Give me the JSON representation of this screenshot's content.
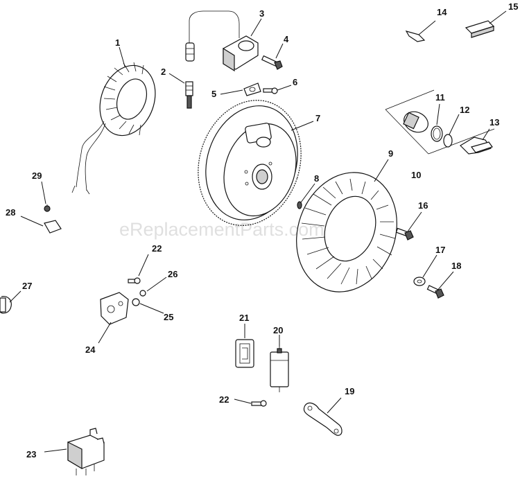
{
  "watermark": "eReplacementParts.com",
  "callouts": [
    {
      "id": "1",
      "label": "1"
    },
    {
      "id": "2",
      "label": "2"
    },
    {
      "id": "3",
      "label": "3"
    },
    {
      "id": "4",
      "label": "4"
    },
    {
      "id": "5",
      "label": "5"
    },
    {
      "id": "6",
      "label": "6"
    },
    {
      "id": "7",
      "label": "7"
    },
    {
      "id": "8",
      "label": "8"
    },
    {
      "id": "9",
      "label": "9"
    },
    {
      "id": "10",
      "label": "10"
    },
    {
      "id": "11",
      "label": "11"
    },
    {
      "id": "12",
      "label": "12"
    },
    {
      "id": "13",
      "label": "13"
    },
    {
      "id": "14",
      "label": "14"
    },
    {
      "id": "15",
      "label": "15"
    },
    {
      "id": "16",
      "label": "16"
    },
    {
      "id": "17",
      "label": "17"
    },
    {
      "id": "18",
      "label": "18"
    },
    {
      "id": "19",
      "label": "19"
    },
    {
      "id": "20",
      "label": "20"
    },
    {
      "id": "21",
      "label": "21"
    },
    {
      "id": "22a",
      "label": "22"
    },
    {
      "id": "22b",
      "label": "22"
    },
    {
      "id": "23",
      "label": "23"
    },
    {
      "id": "24",
      "label": "24"
    },
    {
      "id": "25",
      "label": "25"
    },
    {
      "id": "26",
      "label": "26"
    },
    {
      "id": "27",
      "label": "27"
    },
    {
      "id": "28",
      "label": "28"
    },
    {
      "id": "29",
      "label": "29"
    }
  ]
}
